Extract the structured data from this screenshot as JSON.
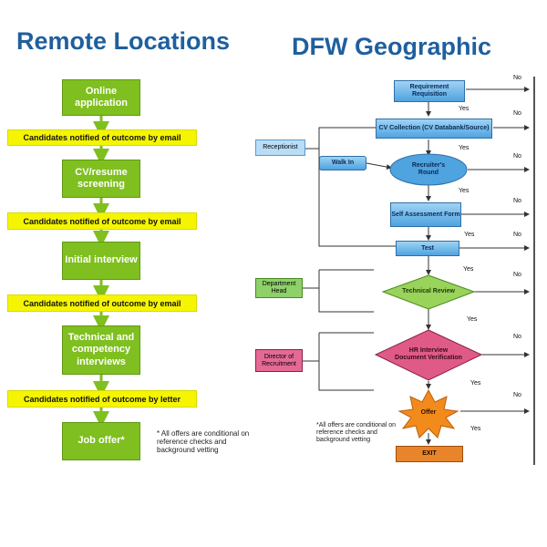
{
  "titles": {
    "left": "Remote Locations",
    "right": "DFW Geographic"
  },
  "remote": {
    "steps": [
      "Online application",
      "CV/resume screening",
      "Initial interview",
      "Technical and competency interviews",
      "Job offer*"
    ],
    "notices": [
      "Candidates notified of outcome by email",
      "Candidates notified of outcome by email",
      "Candidates notified of outcome by email",
      "Candidates notified of outcome by letter"
    ],
    "footnote": "* All offers are conditional on reference checks and background vetting"
  },
  "dfw": {
    "roles": {
      "receptionist": "Receptionist",
      "department_head": "Department Head",
      "director": "Director of Recruitment"
    },
    "nodes": {
      "requirement": "Requirement Requisition",
      "cv_collection": "CV Collection (CV Databank/Source)",
      "walk_in": "Walk In",
      "recruiters_round": "Recruiter's Round",
      "self_assessment": "Self Assessment Form",
      "test": "Test",
      "technical_review": "Technical Review",
      "hr_interview": "HR Interview Document Verification",
      "offer": "Offer",
      "exit": "EXIT"
    },
    "yes_label": "Yes",
    "no_label": "No",
    "footnote": "*All offers are conditional on reference checks and background vetting"
  },
  "colors": {
    "title": "#1f5f9e",
    "green_step": "#7fbf1f",
    "yellow_notice": "#f5f500",
    "blue_node": "#4fa3df",
    "green_diamond": "#9ad35a",
    "pink_diamond": "#e05a88",
    "orange_burst": "#f28a1c",
    "exit": "#e8852a"
  }
}
